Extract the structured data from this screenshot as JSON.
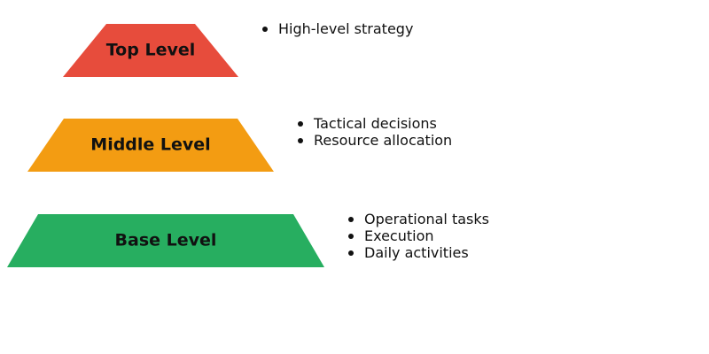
{
  "levels": [
    {
      "label": "Top Level",
      "color": "#e74c3c",
      "items": [
        "High-level strategy"
      ]
    },
    {
      "label": "Middle Level",
      "color": "#f39c12",
      "items": [
        "Tactical decisions",
        "Resource allocation"
      ]
    },
    {
      "label": "Base Level",
      "color": "#27ae60",
      "items": [
        "Operational tasks",
        "Execution",
        "Daily activities"
      ]
    }
  ]
}
